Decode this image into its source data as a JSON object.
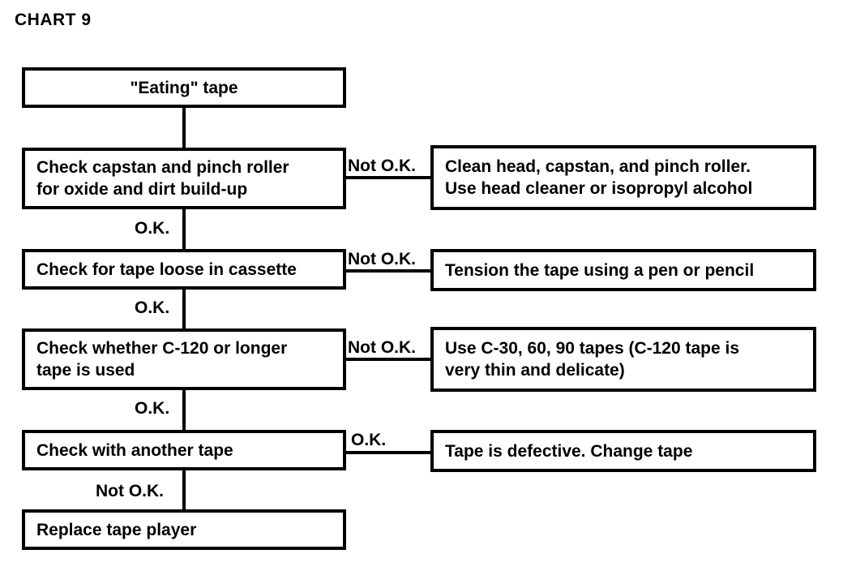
{
  "title": "CHART 9",
  "nodes": {
    "start": "\"Eating\" tape",
    "check1": "Check capstan and pinch roller\nfor oxide and dirt build-up",
    "action1": "Clean head, capstan, and pinch roller.\nUse head cleaner or isopropyl alcohol",
    "check2": "Check for tape loose in cassette",
    "action2": "Tension the tape using a pen or pencil",
    "check3": "Check whether C-120 or longer\ntape is used",
    "action3": "Use C-30, 60, 90 tapes (C-120 tape is\n very thin and delicate)",
    "check4": "Check with another tape",
    "action4": "Tape is defective. Change tape",
    "final": "Replace tape player"
  },
  "edge_labels": {
    "not_ok_1": "Not O.K.",
    "ok_1": "O.K.",
    "not_ok_2": "Not O.K.",
    "ok_2": "O.K.",
    "not_ok_3": "Not O.K.",
    "ok_3": "O.K.",
    "ok_4": "O.K.",
    "not_ok_4": "Not O.K."
  },
  "colors": {
    "stroke": "#000000",
    "background": "#ffffff",
    "text": "#000000"
  }
}
